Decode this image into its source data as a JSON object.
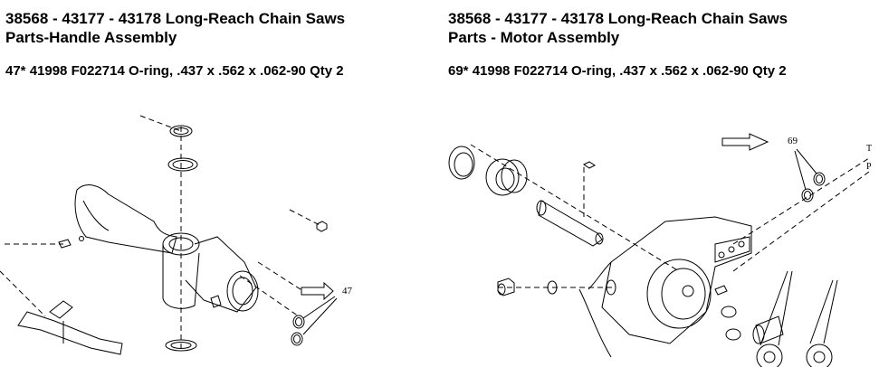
{
  "left": {
    "title_line1": "38568 - 43177 - 43178 Long-Reach Chain Saws",
    "title_line2": "Parts-Handle Assembly",
    "part_line": "47* 41998 F022714 O-ring, .437 x .562 x .062-90  Qty 2",
    "callout_number": "47",
    "callout_arrow": "right-arrow-icon"
  },
  "right": {
    "title_line1": "38568 - 43177 - 43178 Long-Reach Chain Saws",
    "title_line2": "Parts - Motor Assembly",
    "part_line": "69* 41998 F022714 O-ring, .437 x .562 x .062-90  Qty 2",
    "callout_number": "69",
    "callout_arrow": "right-arrow-icon",
    "axis_labels": [
      "T",
      "P"
    ]
  }
}
